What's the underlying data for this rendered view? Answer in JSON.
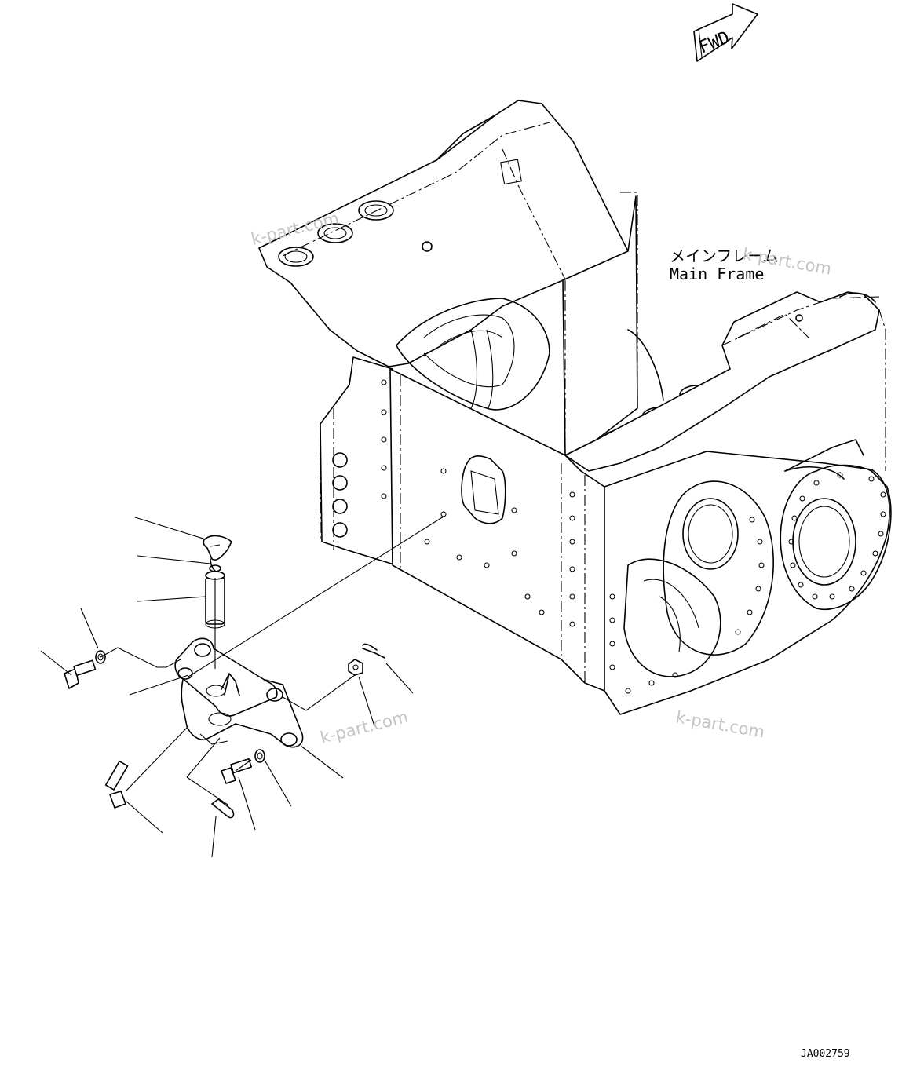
{
  "diagram": {
    "fwd_label": "FWD",
    "label_jp": "メインフレーム",
    "label_en": "Main Frame",
    "drawing_code": "JA002759",
    "watermarks": [
      "k-part.com",
      "k-part.com",
      "k-part.com",
      "k-part.com"
    ]
  },
  "colors": {
    "line": "#000000",
    "background": "#ffffff",
    "watermark": "#c4c4c4"
  }
}
